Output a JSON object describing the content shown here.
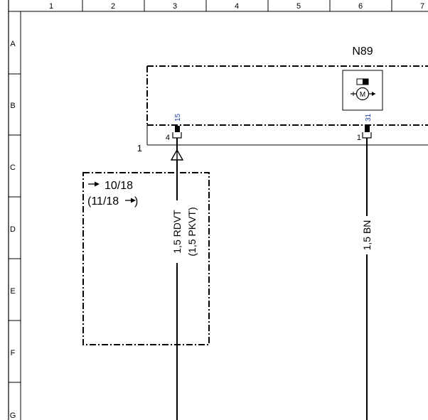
{
  "grid": {
    "columns": [
      "1",
      "2",
      "3",
      "4",
      "5",
      "6",
      "7"
    ],
    "rows": [
      "A",
      "B",
      "C",
      "D",
      "E",
      "F",
      "G"
    ]
  },
  "component": {
    "id": "N89",
    "symbol": "motor-icon"
  },
  "connector": {
    "label": "1"
  },
  "pins": [
    {
      "number": "4",
      "terminal": "15"
    },
    {
      "number": "1",
      "terminal": "31"
    }
  ],
  "wires": [
    {
      "label": "1,5 RDVT",
      "alt_label": "(1,5 PKVT)"
    },
    {
      "label": "1,5 BN"
    }
  ],
  "variant_box": {
    "line1": "10/18",
    "line2_prefix": "(11/18",
    "line2_suffix": ")"
  },
  "colors": {
    "ink": "#000000",
    "terminal": "#1f3fa8"
  }
}
